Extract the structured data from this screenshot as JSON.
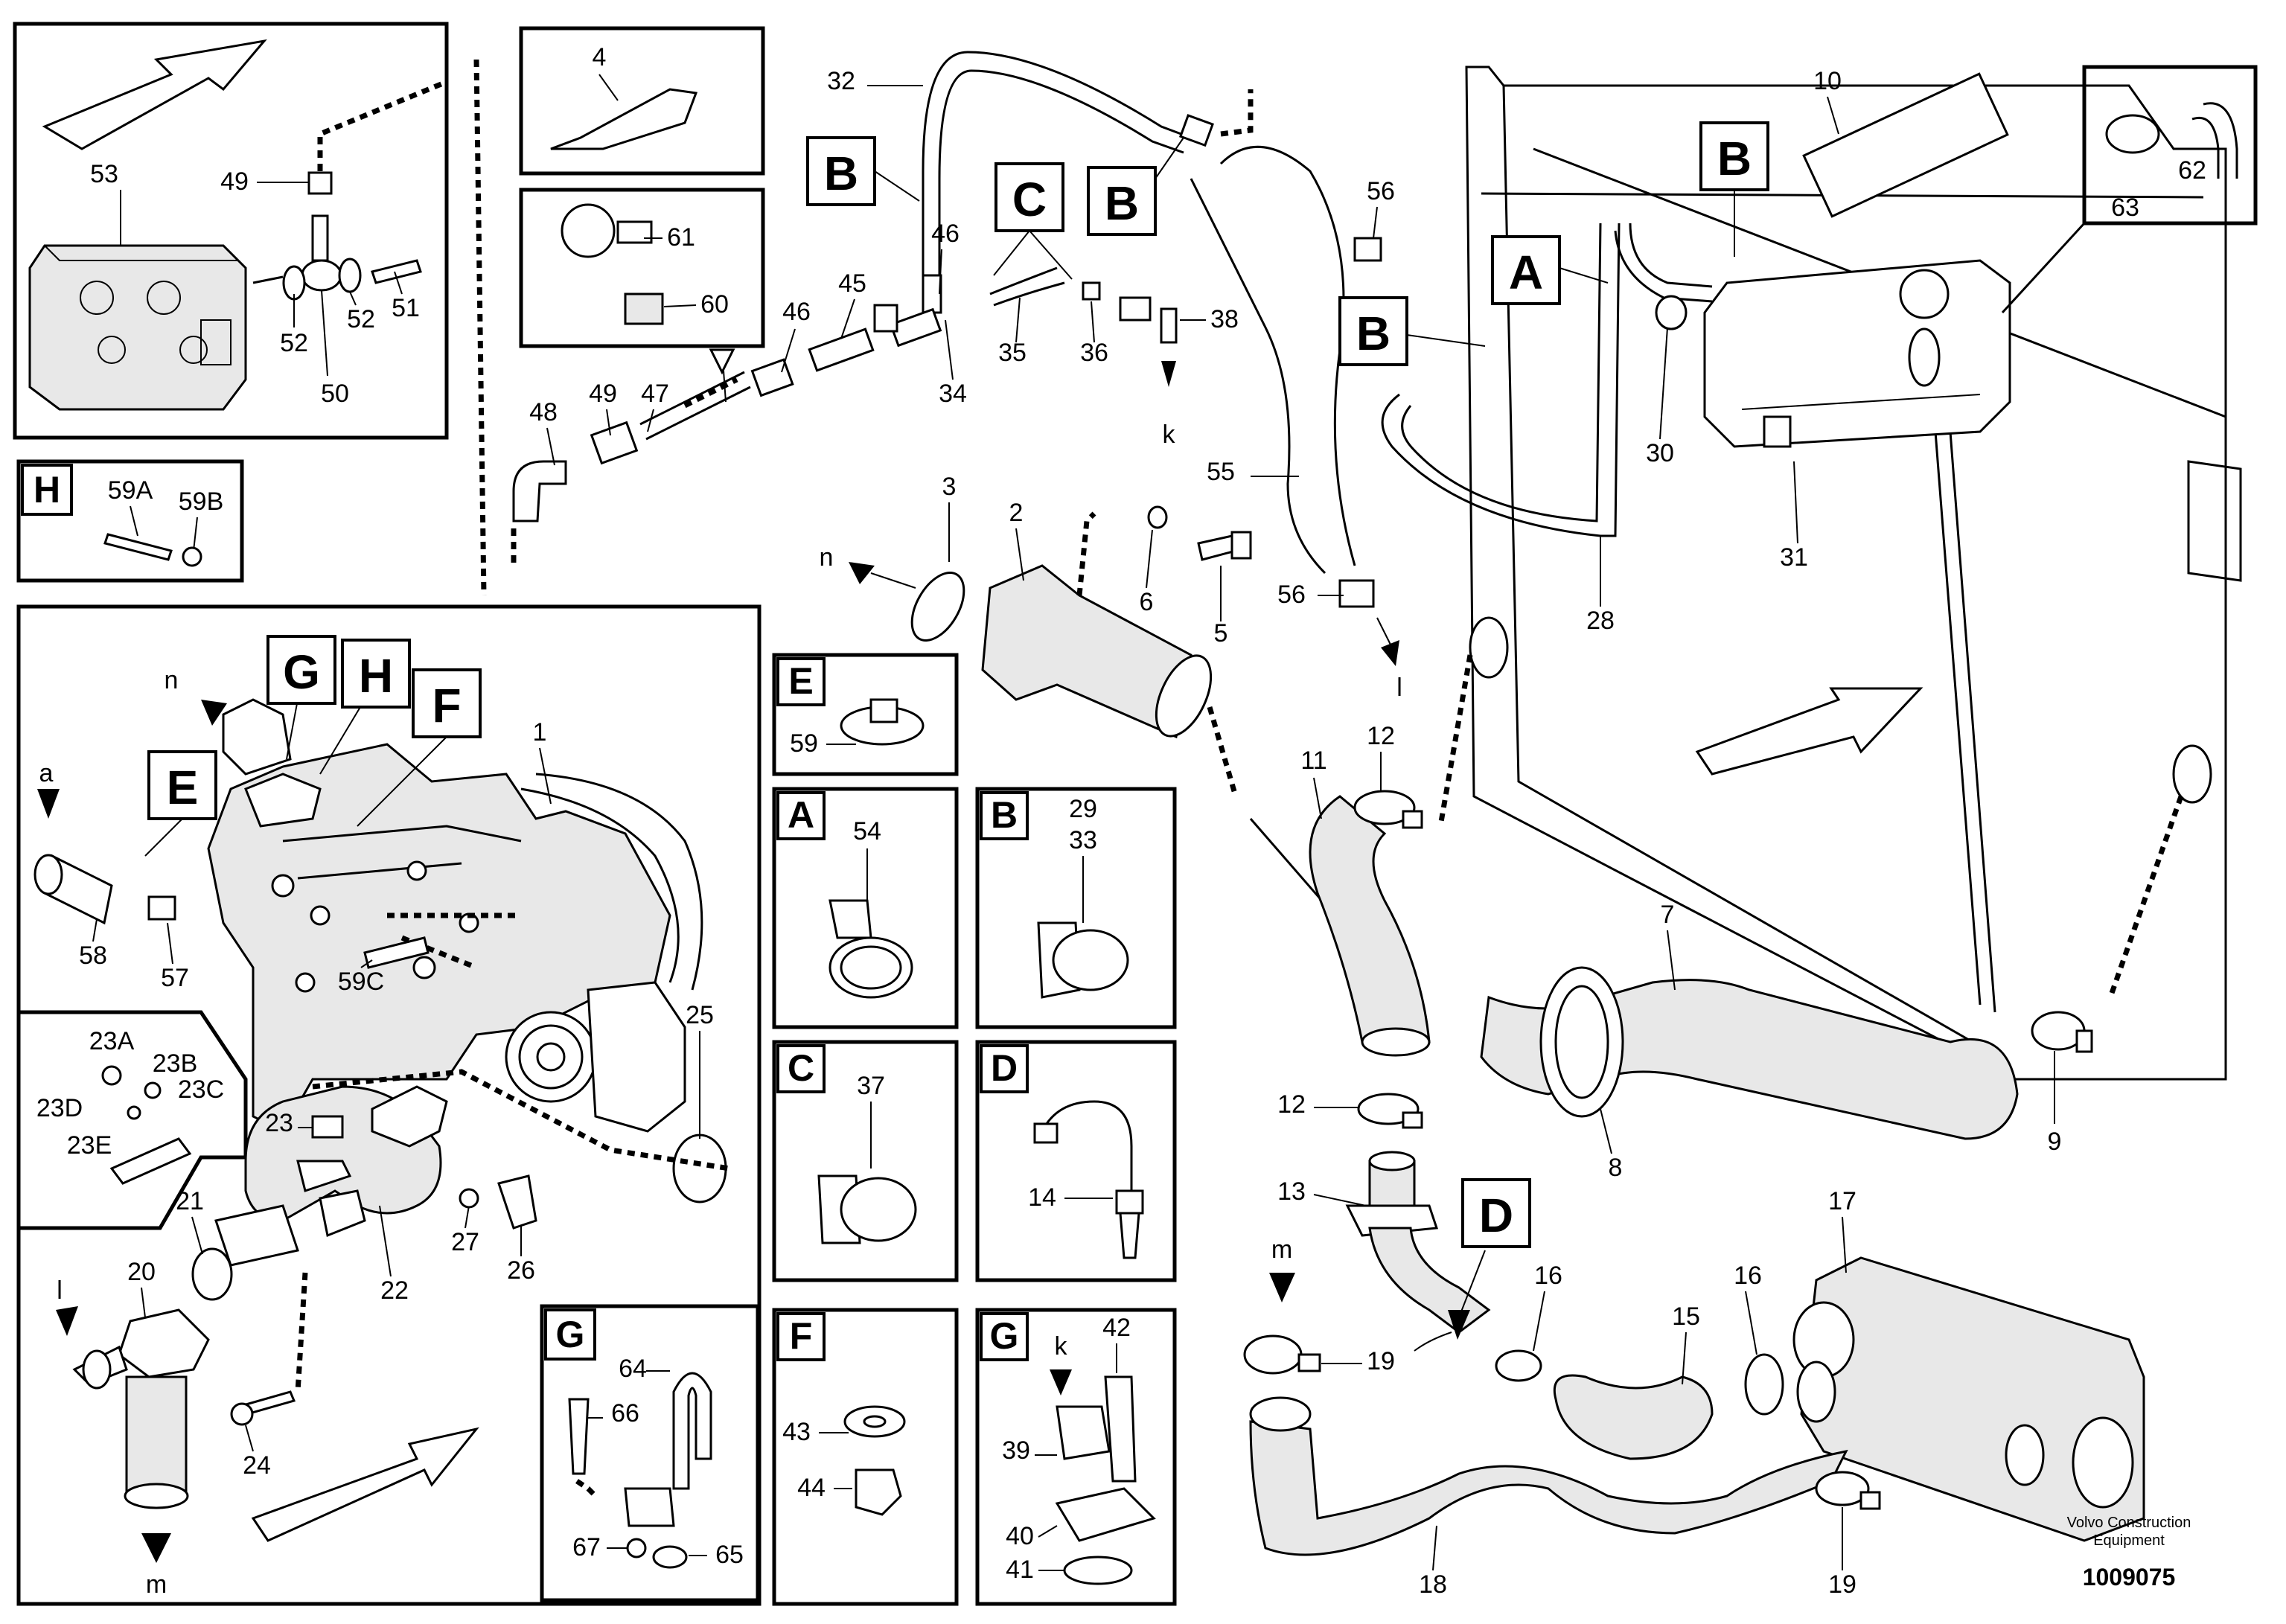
{
  "diagram": {
    "callouts": [
      "1",
      "2",
      "3",
      "4",
      "5",
      "6",
      "7",
      "8",
      "9",
      "10",
      "11",
      "12",
      "12",
      "13",
      "14",
      "15",
      "16",
      "16",
      "17",
      "18",
      "19",
      "19",
      "20",
      "21",
      "22",
      "23",
      "24",
      "25",
      "26",
      "27",
      "28",
      "29",
      "30",
      "31",
      "32",
      "33",
      "34",
      "35",
      "36",
      "37",
      "38",
      "39",
      "40",
      "41",
      "42",
      "43",
      "44",
      "45",
      "46",
      "46",
      "47",
      "48",
      "49",
      "49",
      "50",
      "51",
      "52",
      "52",
      "53",
      "54",
      "55",
      "56",
      "56",
      "57",
      "58",
      "59",
      "59A",
      "59B",
      "59C",
      "60",
      "61",
      "62",
      "63",
      "64",
      "65",
      "66",
      "67",
      "23A",
      "23B",
      "23C",
      "23D",
      "23E"
    ],
    "letters": {
      "a": "a",
      "k": "k",
      "l": "l",
      "m": "m",
      "n": "n"
    },
    "section_tags": {
      "A": "A",
      "B": "B",
      "C": "C",
      "D": "D",
      "E": "E",
      "F": "F",
      "G": "G",
      "H": "H"
    },
    "detail_boxes": {
      "E": {
        "letter": "E",
        "parts": [
          "59"
        ]
      },
      "A": {
        "letter": "A",
        "parts": [
          "54"
        ]
      },
      "B": {
        "letter": "B",
        "parts": [
          "29",
          "33"
        ]
      },
      "C": {
        "letter": "C",
        "parts": [
          "37"
        ]
      },
      "D": {
        "letter": "D",
        "parts": [
          "14"
        ]
      },
      "F": {
        "letter": "F",
        "parts": [
          "43",
          "44"
        ]
      },
      "G_right": {
        "letter": "G",
        "parts": [
          "42",
          "39",
          "40",
          "41",
          "k"
        ]
      },
      "G_left": {
        "letter": "G",
        "parts": [
          "64",
          "66",
          "67",
          "65"
        ]
      },
      "H": {
        "letter": "H",
        "parts": [
          "59A",
          "59B"
        ]
      }
    },
    "credit_line1": "Volvo Construction",
    "credit_line2": "Equipment",
    "ref_number": "1009075"
  }
}
